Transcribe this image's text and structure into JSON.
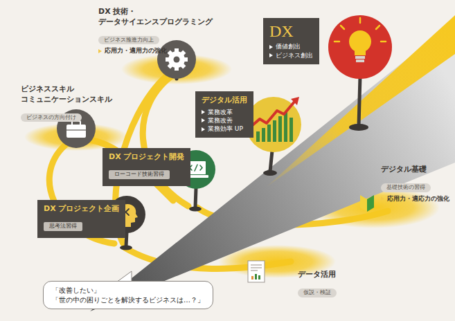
{
  "diagram": {
    "nodes": [
      {
        "text": [
          "DX 技術・ データサイエンスプログラミング",
          "ビジネス推進力向上",
          "応用力・適用力の強化"
        ]
      },
      {
        "text": [
          "DX",
          "価値創出",
          "ビジネス創出"
        ]
      },
      {
        "text": [
          "ビジネススキル コミュニケーションスキル",
          "ビジネスの方向付け"
        ]
      },
      {
        "text": [
          "デジタル活用",
          "業務改革",
          "業務改善",
          "業務効率 UP"
        ]
      },
      {
        "text": [
          "DX プロジェクト開発",
          "ローコード技術習得"
        ]
      },
      {
        "text": [
          "デジタル基礎",
          "基礎技術の習得",
          "応用力・適応力の強化"
        ]
      },
      {
        "text": [
          "DX プロジェクト企画",
          "思考法習得"
        ]
      },
      {
        "text": [
          "データ活用",
          "仮説・検証"
        ]
      },
      {
        "text": [
          "「改善したい」",
          "「世の中の困りごとを解決するビジネスは…？」"
        ]
      }
    ]
  }
}
